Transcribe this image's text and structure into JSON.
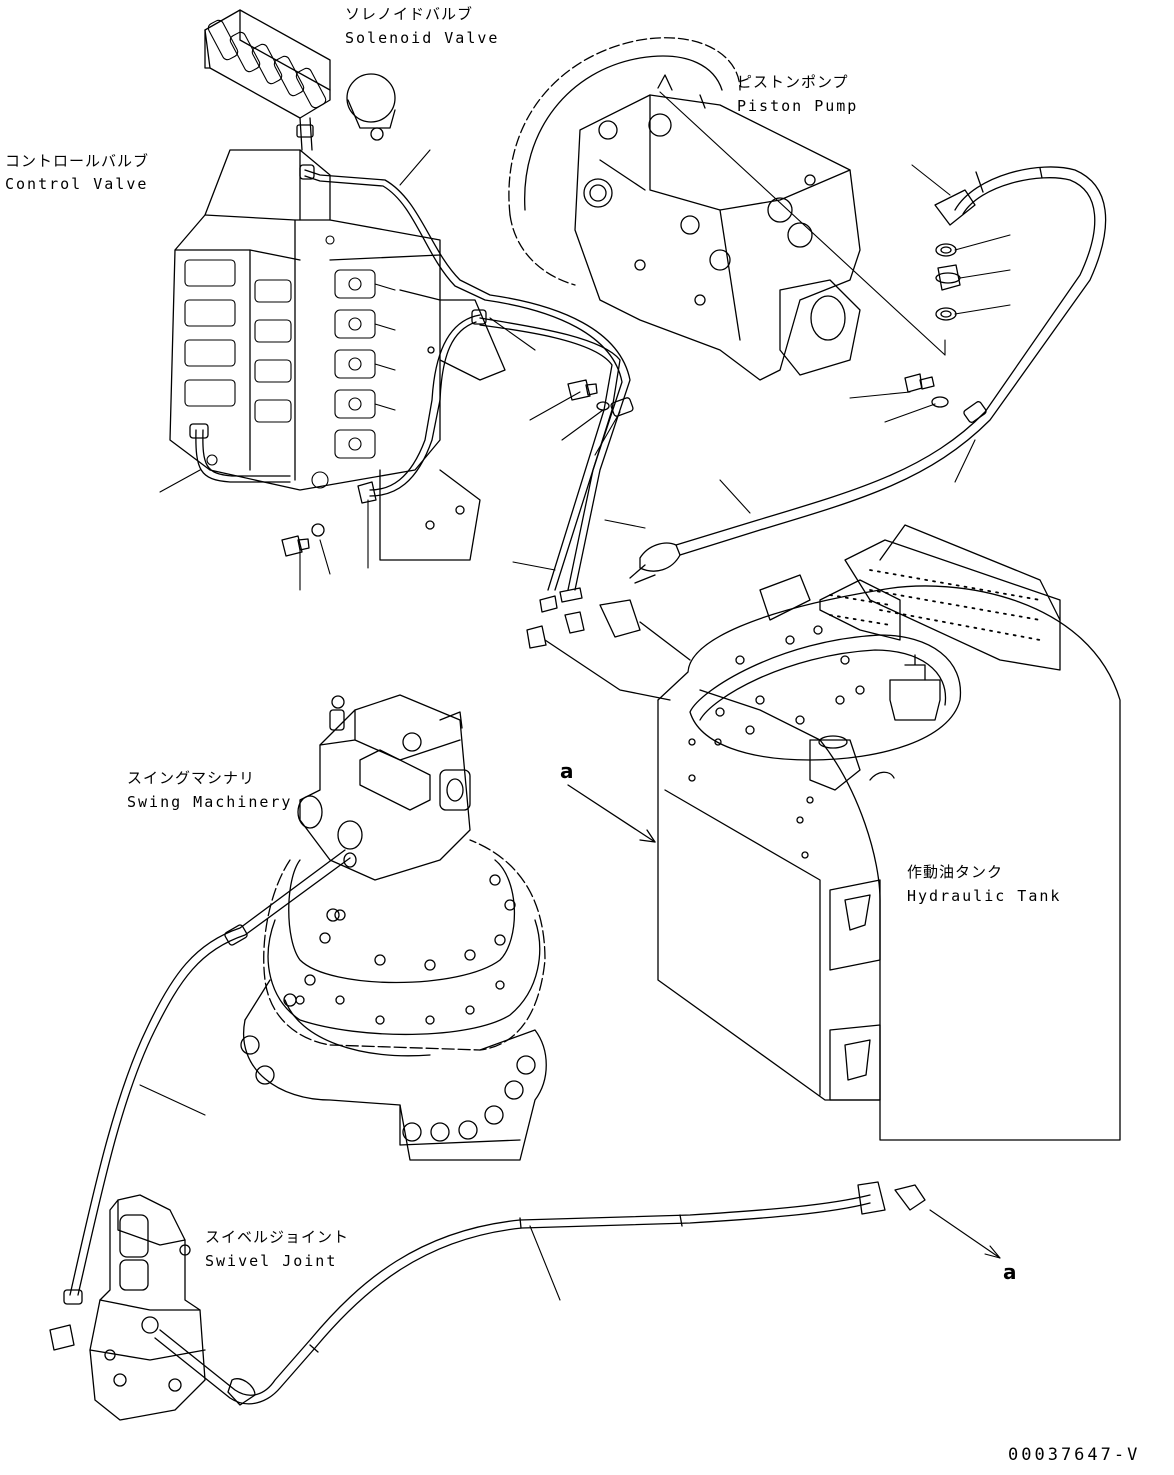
{
  "components": [
    {
      "id": "solenoid-valve",
      "ja": "ソレノイドバルブ",
      "en": "Solenoid Valve"
    },
    {
      "id": "control-valve",
      "ja": "コントロールバルブ",
      "en": "Control Valve"
    },
    {
      "id": "piston-pump",
      "ja": "ピストンポンプ",
      "en": "Piston Pump"
    },
    {
      "id": "swing-machinery",
      "ja": "スイングマシナリ",
      "en": "Swing Machinery"
    },
    {
      "id": "hydraulic-tank",
      "ja": "作動油タンク",
      "en": "Hydraulic Tank"
    },
    {
      "id": "swivel-joint",
      "ja": "スイベルジョイント",
      "en": "Swivel Joint"
    }
  ],
  "view_reference": {
    "from": "a",
    "to": "a"
  },
  "drawing_number": "00037647-V",
  "line_color": "#000000",
  "background_color": "#ffffff"
}
